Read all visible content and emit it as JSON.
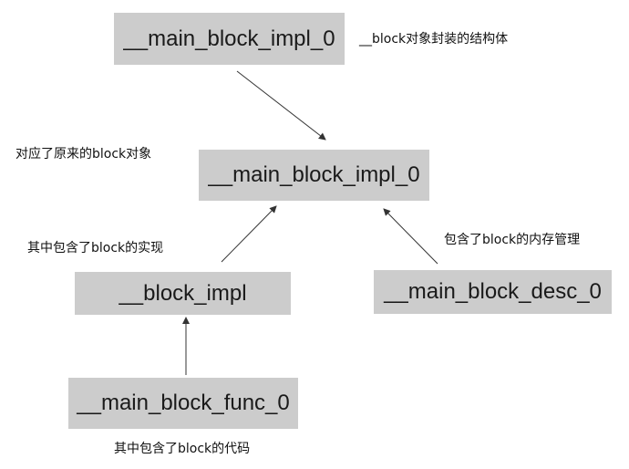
{
  "nodes": {
    "top": "__main_block_impl_0",
    "middle": "__main_block_impl_0",
    "impl": "__block_impl",
    "desc": "__main_block_desc_0",
    "func": "__main_block_func_0"
  },
  "notes": {
    "top": "__block对象封装的结构体",
    "middle": "对应了原来的block对象",
    "impl": "其中包含了block的实现",
    "desc": "包含了block的内存管理",
    "func": "其中包含了block的代码"
  }
}
